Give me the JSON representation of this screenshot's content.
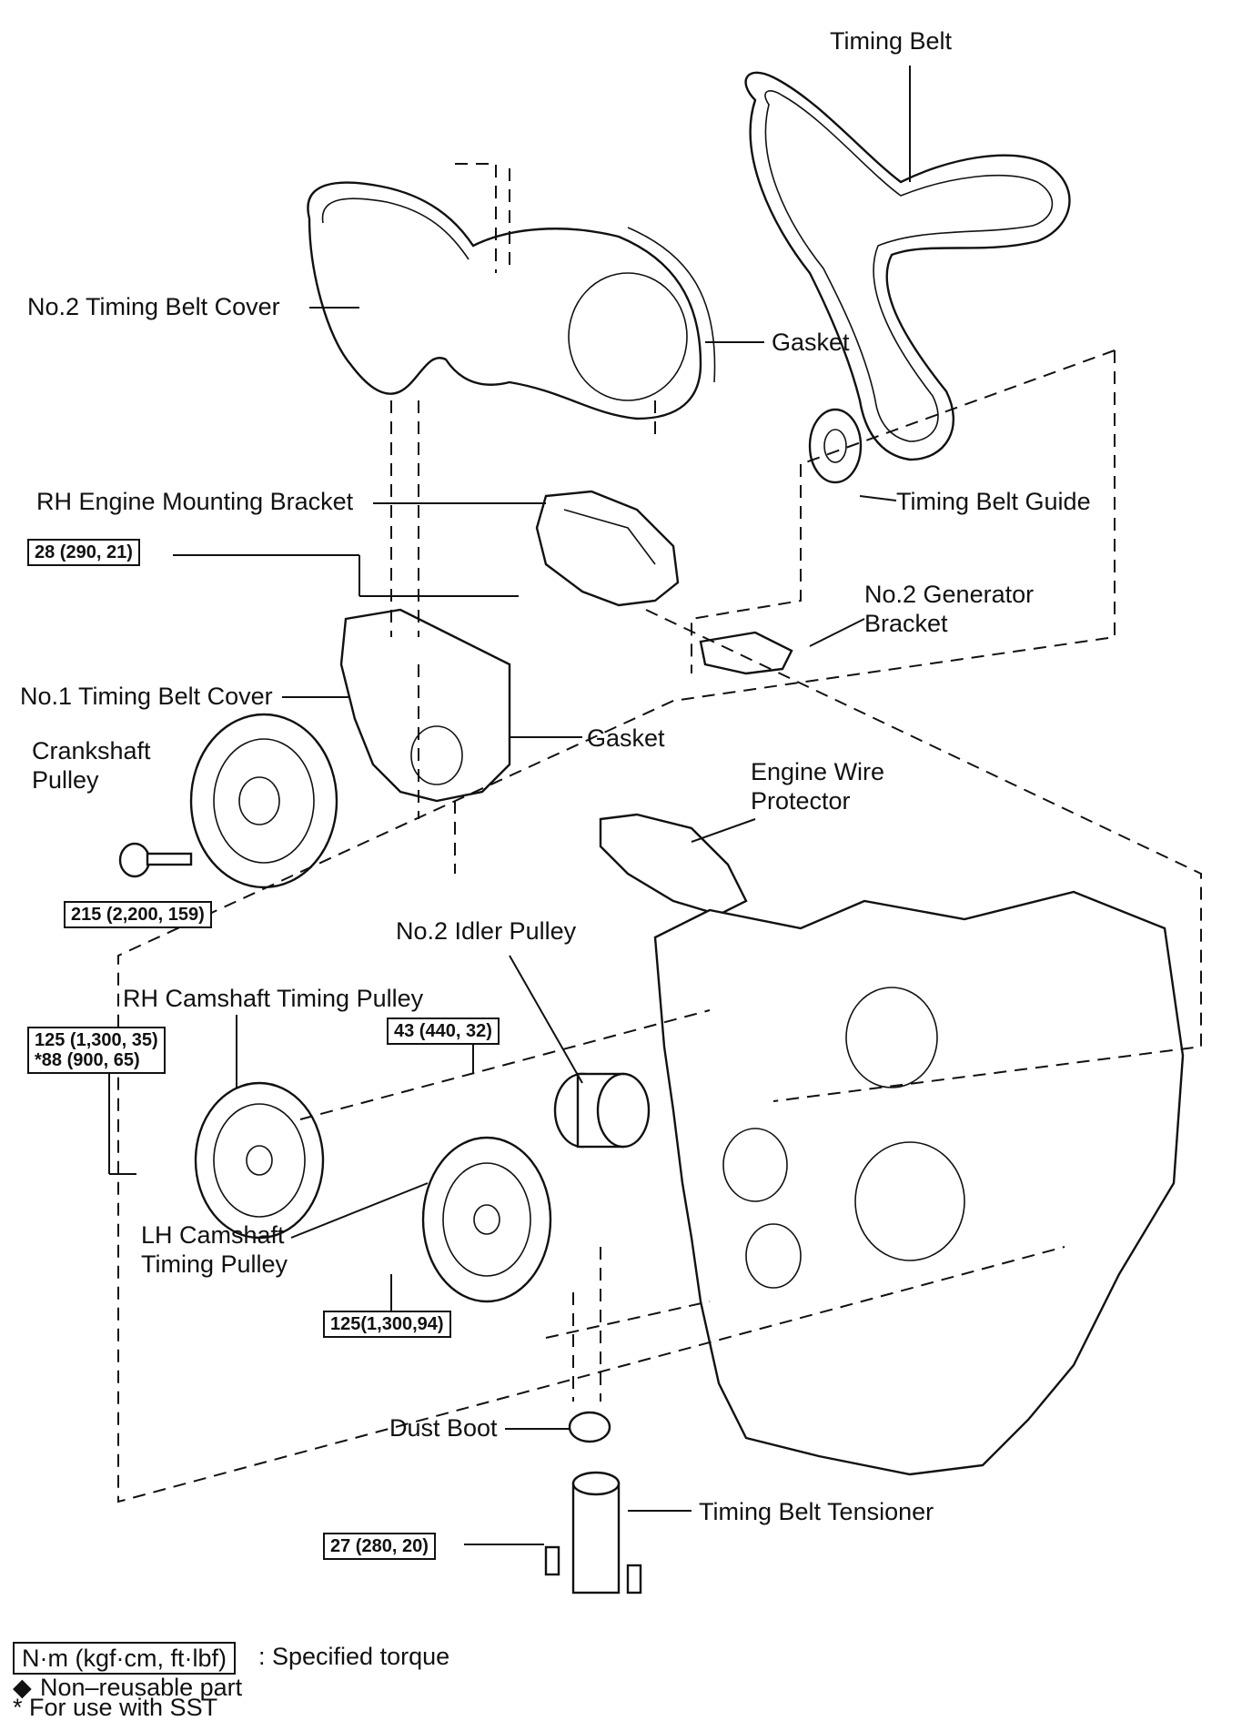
{
  "labels": {
    "timing_belt": "Timing Belt",
    "no2_timing_belt_cover": "No.2 Timing Belt Cover",
    "gasket_upper": "Gasket",
    "rh_engine_mounting_bracket": "RH Engine Mounting Bracket",
    "timing_belt_guide": "Timing Belt Guide",
    "no2_generator_bracket_line1": "No.2 Generator",
    "no2_generator_bracket_line2": "Bracket",
    "no1_timing_belt_cover": "No.1 Timing Belt Cover",
    "crankshaft_pulley_line1": "Crankshaft",
    "crankshaft_pulley_line2": "Pulley",
    "gasket_lower": "Gasket",
    "engine_wire_protector_line1": "Engine Wire",
    "engine_wire_protector_line2": "Protector",
    "no2_idler_pulley": "No.2 Idler Pulley",
    "rh_camshaft_timing_pulley": "RH Camshaft Timing Pulley",
    "lh_camshaft_timing_pulley_line1": "LH Camshaft",
    "lh_camshaft_timing_pulley_line2": "Timing Pulley",
    "dust_boot": "Dust Boot",
    "timing_belt_tensioner": "Timing Belt Tensioner"
  },
  "torques": {
    "mounting_bracket": "28 (290, 21)",
    "crankshaft_bolt": "215 (2,200, 159)",
    "idler_pulley_bolt": "43 (440, 32)",
    "camshaft_bolt_line1": "125 (1,300, 35)",
    "camshaft_bolt_line2": "*88 (900, 65)",
    "lh_camshaft_bolt": "125(1,300,94)",
    "tensioner_bolt": "27 (280, 20)"
  },
  "legend": {
    "torque_box": "N·m (kgf·cm, ft·lbf)",
    "torque_desc": ": Specified torque",
    "non_reusable_symbol": "◆",
    "non_reusable": "Non–reusable part",
    "sst": "* For use with SST"
  }
}
